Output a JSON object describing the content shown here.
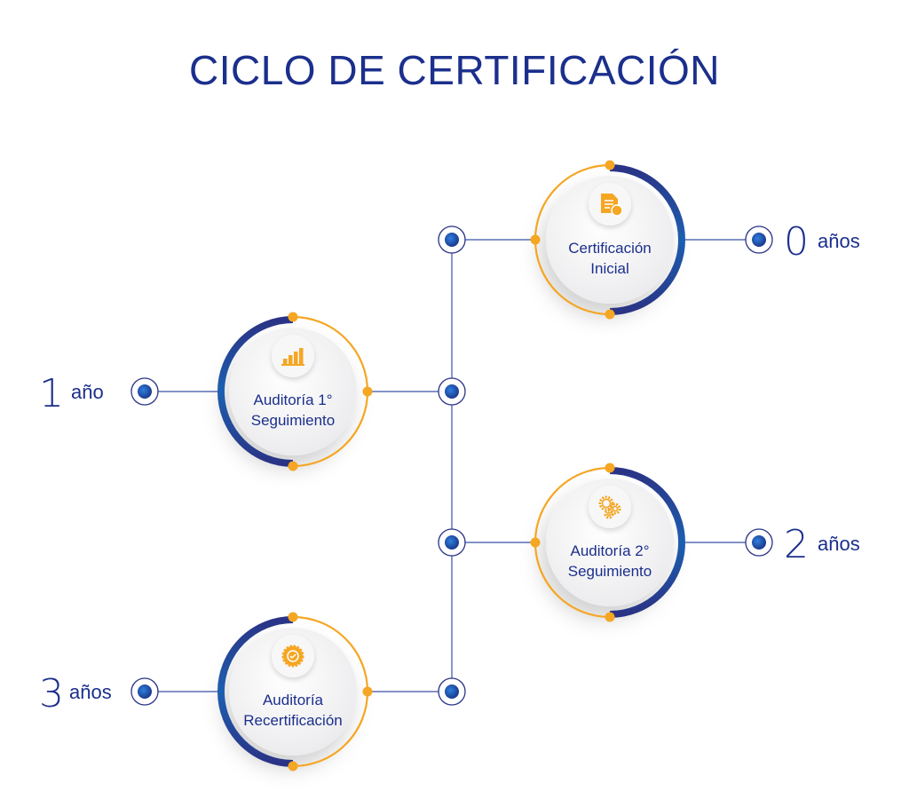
{
  "title": "CICLO DE CERTIFICACIÓN",
  "colors": {
    "navy": "#2a3385",
    "blue": "#1d5fb0",
    "orange": "#f5a623",
    "text": "#1b2f8c"
  },
  "stages": [
    {
      "line1": "Certificación",
      "line2": "Inicial",
      "number": "0",
      "unit": "años",
      "icon": "document-check-icon",
      "side": "right"
    },
    {
      "line1": "Auditoría 1°",
      "line2": "Seguimiento",
      "number": "1",
      "unit": "año",
      "icon": "bar-chart-icon",
      "side": "left"
    },
    {
      "line1": "Auditoría 2°",
      "line2": "Seguimiento",
      "number": "2",
      "unit": "años",
      "icon": "gears-icon",
      "side": "right"
    },
    {
      "line1": "Auditoría",
      "line2": "Recertificación",
      "number": "3",
      "unit": "años",
      "icon": "badge-check-icon",
      "side": "left"
    }
  ]
}
